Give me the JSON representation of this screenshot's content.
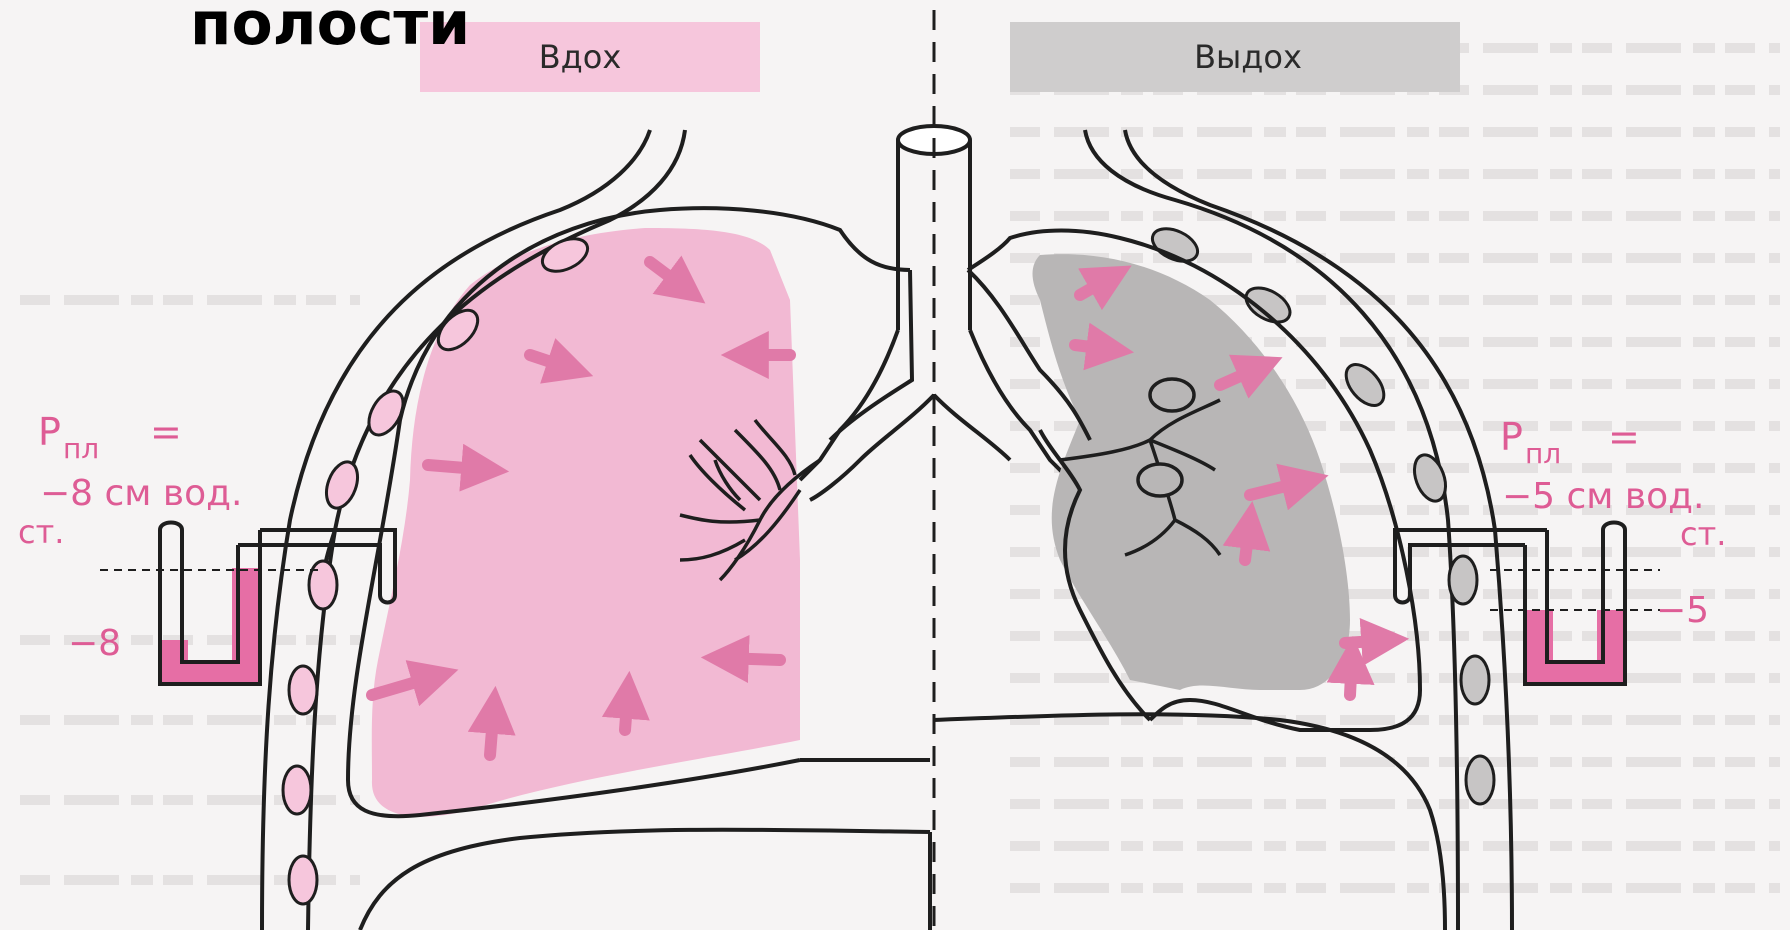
{
  "slide": {
    "title_fragment": "полости"
  },
  "inhale": {
    "label": "Вдох",
    "pressure_symbol": "P",
    "pressure_subscript": "пл",
    "pressure_equals": "=",
    "pressure_line1": "−8 см вод.",
    "pressure_line2": "ст.",
    "manometer_reading": "−8",
    "color": "#f2b9d3"
  },
  "exhale": {
    "label": "Выдох",
    "pressure_symbol": "P",
    "pressure_subscript": "пл",
    "pressure_equals": "=",
    "pressure_line1": "−5 см вод.",
    "pressure_line2": "ст.",
    "manometer_reading": "−5",
    "color": "#b8b6b6"
  },
  "colors": {
    "outline": "#1e1e1e",
    "pink_label": "#de5c95",
    "arrow": "#e07aa8",
    "inhale_badge": "#f6c6dc",
    "exhale_badge": "#cfcdcd",
    "pink_fluid": "#e66ea5"
  }
}
